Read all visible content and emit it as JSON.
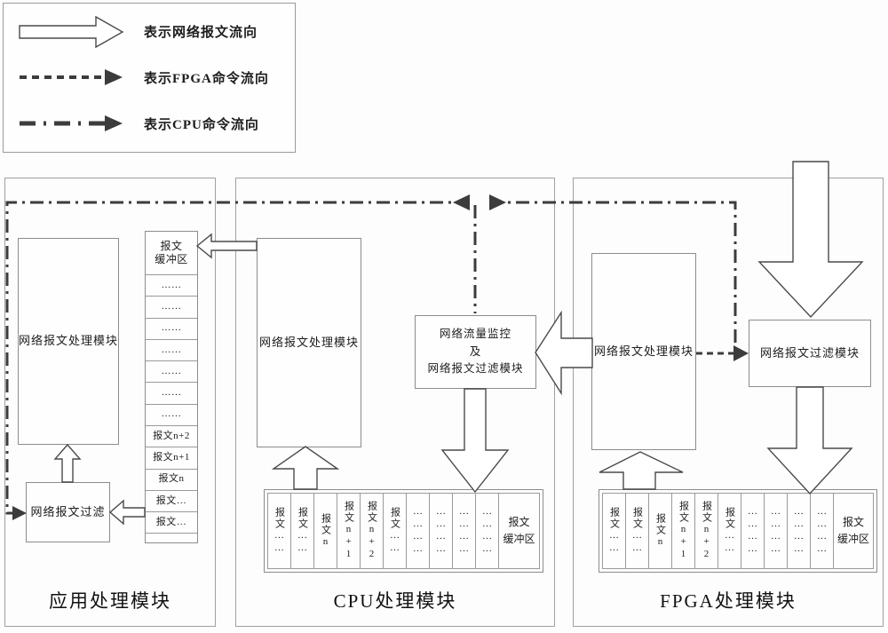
{
  "legend": {
    "items": [
      {
        "label": "表示网络报文流向"
      },
      {
        "label": "表示FPGA命令流向"
      },
      {
        "label": "表示CPU命令流向"
      }
    ]
  },
  "app": {
    "title": "应用处理模块",
    "proc_label": "网络报文处理模块",
    "filter_label": "网络报文过滤",
    "buffer_cells": [
      "报文\n缓冲区",
      "……",
      "……",
      "……",
      "……",
      "……",
      "……",
      "……",
      "报文n+2",
      "报文n+1",
      "报文n",
      "报文…",
      "报文…",
      ""
    ]
  },
  "cpu": {
    "title": "CPU处理模块",
    "proc_label": "网络报文处理模块",
    "monitor_label": "网络流量监控\n及\n网络报文过滤模块",
    "buffer_header": "报文\n缓冲区",
    "buffer_cells": [
      "报文……",
      "报文……",
      "报文n",
      "报文n+1",
      "报文n+2",
      "报文……",
      "…………",
      "…………",
      "…………",
      "…………"
    ]
  },
  "fpga": {
    "title": "FPGA处理模块",
    "proc_label": "网络报文处理模块",
    "filter_label": "网络报文过滤模块",
    "buffer_header": "报文\n缓冲区",
    "buffer_cells": [
      "报文……",
      "报文……",
      "报文n",
      "报文n+1",
      "报文n+2",
      "报文……",
      "…………",
      "…………",
      "…………",
      "…………"
    ]
  },
  "colors": {
    "line": "#3c3c3c",
    "box_border": "#8c8c8c",
    "text": "#1c1c1c"
  }
}
